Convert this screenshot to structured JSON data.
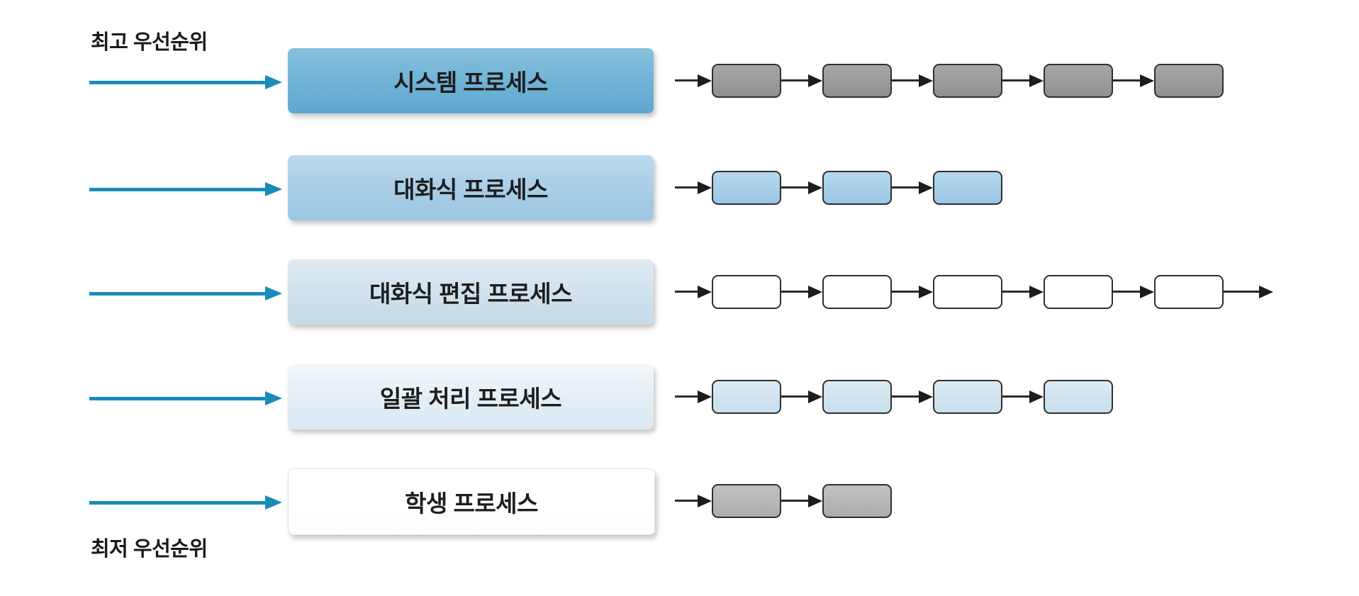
{
  "diagram": {
    "title_top_label": "최고 우선순위",
    "title_bottom_label": "최저 우선순위",
    "colors": {
      "incoming_arrow": "#1a8bb8",
      "queue_arrow": "#2b2b2b",
      "box_border": "#2f2f2f",
      "level1_fill": "#6fb2d6",
      "level2_fill": "#a8cde6",
      "level3_fill": "#cfe1ec",
      "level4_fill": "#e3eef6",
      "level5_fill": "#ffffff",
      "queue_gray": "#9a9a9a",
      "queue_gray_light": "#b5b5b5",
      "queue_blue": "#a5cde8",
      "queue_pale_blue": "#cfe3ef",
      "queue_white": "#ffffff"
    },
    "rows": [
      {
        "id": "level-1",
        "label": "시스템 프로세스",
        "box_style": "b1",
        "queue_count": 5,
        "queue_style": "gray",
        "has_tail_arrow": false
      },
      {
        "id": "level-2",
        "label": "대화식 프로세스",
        "box_style": "b2",
        "queue_count": 3,
        "queue_style": "blue",
        "has_tail_arrow": false
      },
      {
        "id": "level-3",
        "label": "대화식 편집 프로세스",
        "box_style": "b3",
        "queue_count": 5,
        "queue_style": "white",
        "has_tail_arrow": true
      },
      {
        "id": "level-4",
        "label": "일괄 처리 프로세스",
        "box_style": "b4",
        "queue_count": 4,
        "queue_style": "paleblue",
        "has_tail_arrow": false
      },
      {
        "id": "level-5",
        "label": "학생 프로세스",
        "box_style": "b5",
        "queue_count": 2,
        "queue_style": "graylight",
        "has_tail_arrow": false
      }
    ],
    "row_tops": [
      68,
      219,
      366,
      514,
      661
    ]
  }
}
